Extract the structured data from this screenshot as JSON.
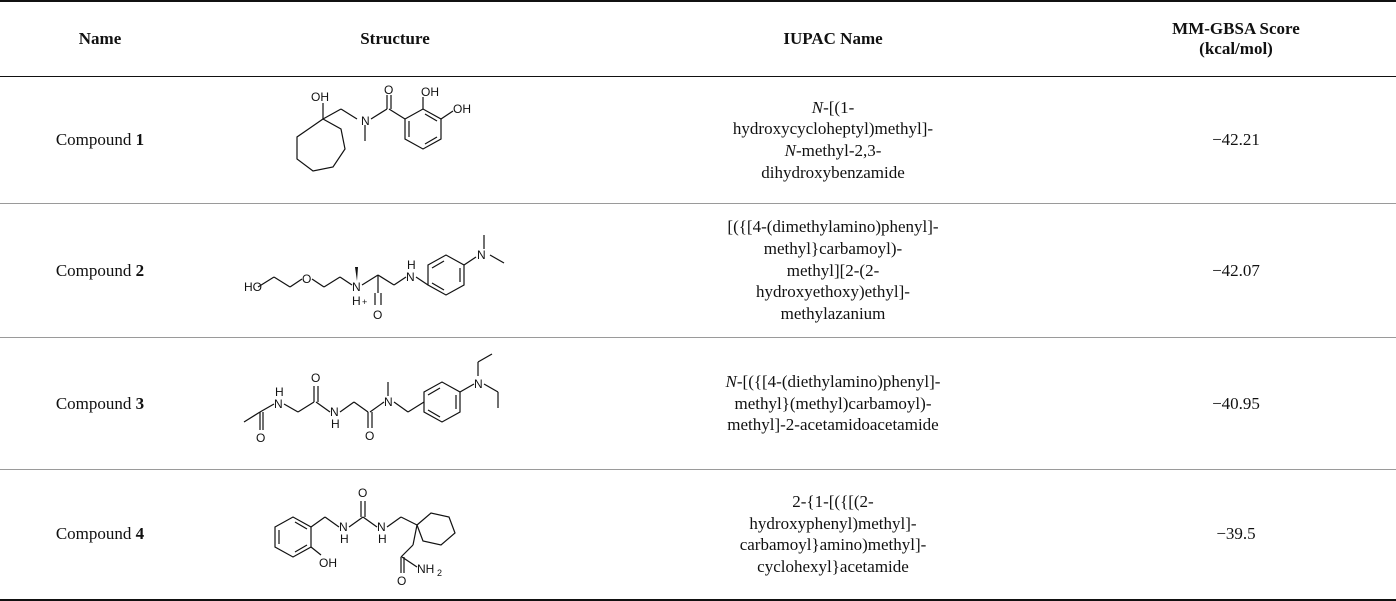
{
  "columns": {
    "name": "Name",
    "structure": "Structure",
    "iupac": "IUPAC Name",
    "score_line1": "MM-GBSA Score",
    "score_line2": "(kcal/mol)"
  },
  "rows": [
    {
      "name_prefix": "Compound ",
      "name_number": "1",
      "iupac_italic": "N",
      "iupac_lines": [
        "-[(1-",
        "hydroxycycloheptyl)methyl]-",
        "-methyl-2,3-",
        "dihydroxybenzamide"
      ],
      "iupac_italic_line3": "N",
      "score": "−42.21",
      "atom_labels": {
        "oh1": "OH",
        "o": "O",
        "oh2": "OH",
        "oh3": "OH",
        "n": "N"
      }
    },
    {
      "name_prefix": "Compound ",
      "name_number": "2",
      "iupac_lines": [
        "[({[4-(dimethylamino)phenyl]-",
        "methyl}carbamoyl)-",
        "methyl][2-(2-",
        "hydroxyethoxy)ethyl]-",
        "methylazanium"
      ],
      "score": "−42.07",
      "atom_labels": {
        "ho": "HO",
        "o_ether": "O",
        "nh_plus": "N",
        "h_plus": "H",
        "plus": "+",
        "o": "O",
        "nh_h": "H",
        "nh_n": "N",
        "n_dim": "N"
      }
    },
    {
      "name_prefix": "Compound ",
      "name_number": "3",
      "iupac_italic": "N",
      "iupac_lines": [
        "-[({[4-(diethylamino)phenyl]-",
        "methyl}(methyl)carbamoyl)-",
        "methyl]-2-acetamidoacetamide"
      ],
      "score": "−40.95",
      "atom_labels": {
        "h1": "H",
        "n1": "N",
        "o1": "O",
        "o2": "O",
        "n2": "N",
        "h2": "H",
        "o3": "O",
        "n3": "N",
        "n4": "N"
      }
    },
    {
      "name_prefix": "Compound ",
      "name_number": "4",
      "iupac_lines": [
        "2-{1-[({[(2-",
        "hydroxyphenyl)methyl]-",
        "carbamoyl}amino)methyl]-",
        "cyclohexyl}acetamide"
      ],
      "score": "−39.5",
      "atom_labels": {
        "o_urea": "O",
        "n1": "N",
        "h1": "H",
        "n2": "N",
        "h2": "H",
        "oh": "OH",
        "o_amide": "O",
        "nh2_n": "NH",
        "nh2_sub": "2"
      }
    }
  ]
}
